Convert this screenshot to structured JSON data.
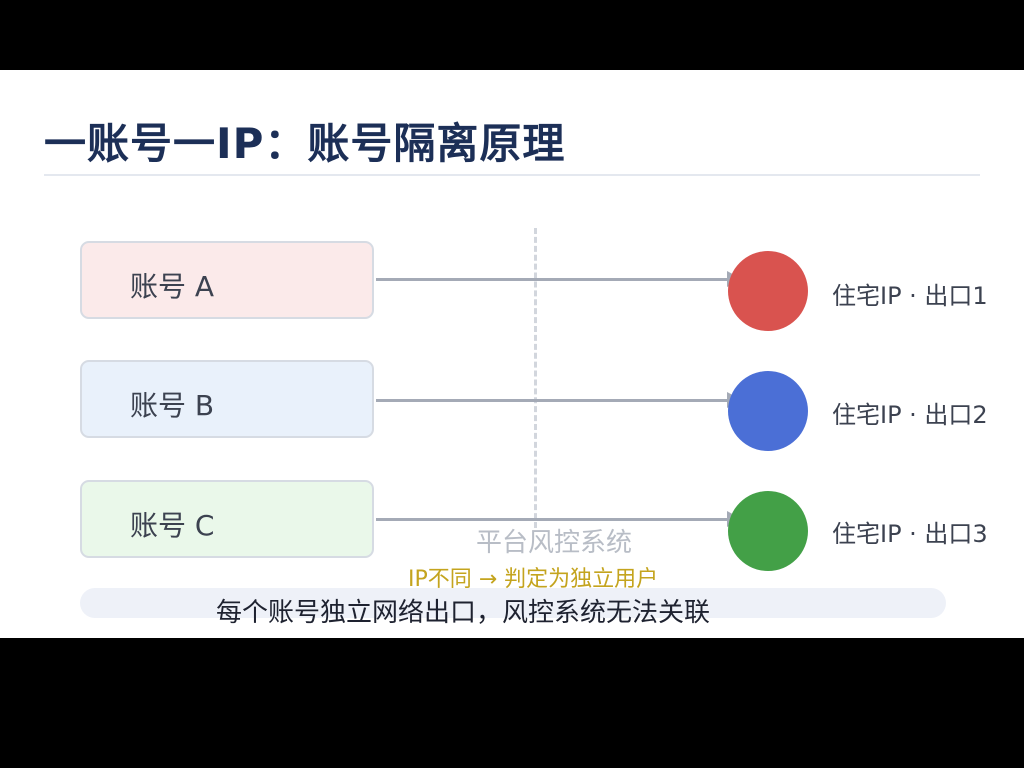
{
  "title": "一账号一IP：账号隔离原理",
  "accounts": [
    {
      "label": "账号 A",
      "fill": "#fbeaea"
    },
    {
      "label": "账号 B",
      "fill": "#e9f1fb"
    },
    {
      "label": "账号 C",
      "fill": "#eaf8ea"
    }
  ],
  "exits": [
    {
      "label": "住宅IP · 出口1",
      "color": "#d9534f"
    },
    {
      "label": "住宅IP · 出口2",
      "color": "#4b6fd6"
    },
    {
      "label": "住宅IP · 出口3",
      "color": "#43a047"
    }
  ],
  "system": {
    "label": "平台风控系统",
    "note": "IP不同 → 判定为独立用户"
  },
  "summary": "每个账号独立网络出口，风控系统无法关联",
  "colors": {
    "title": "#1c2f57",
    "arrow": "#a4aab6",
    "note": "#c4a41e"
  }
}
